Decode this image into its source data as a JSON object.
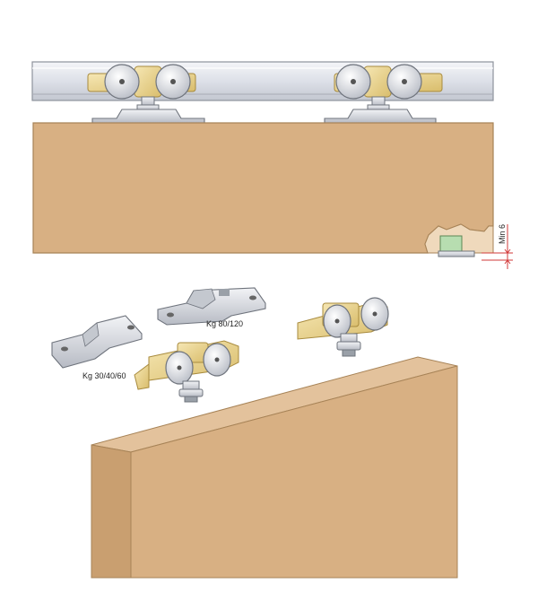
{
  "labels": {
    "min_clearance": "Min 6",
    "bracket_small": "Kg 30/40/60",
    "bracket_large": "Kg 80/120"
  },
  "colors": {
    "wood": "#d8b083",
    "wood_edge": "#b88e62",
    "wood_top": "#e3c29c",
    "rail": "#dfe2ea",
    "brass": "#e8d08a",
    "steel": "#cfd3da",
    "dimension_red": "#d23a3a"
  }
}
